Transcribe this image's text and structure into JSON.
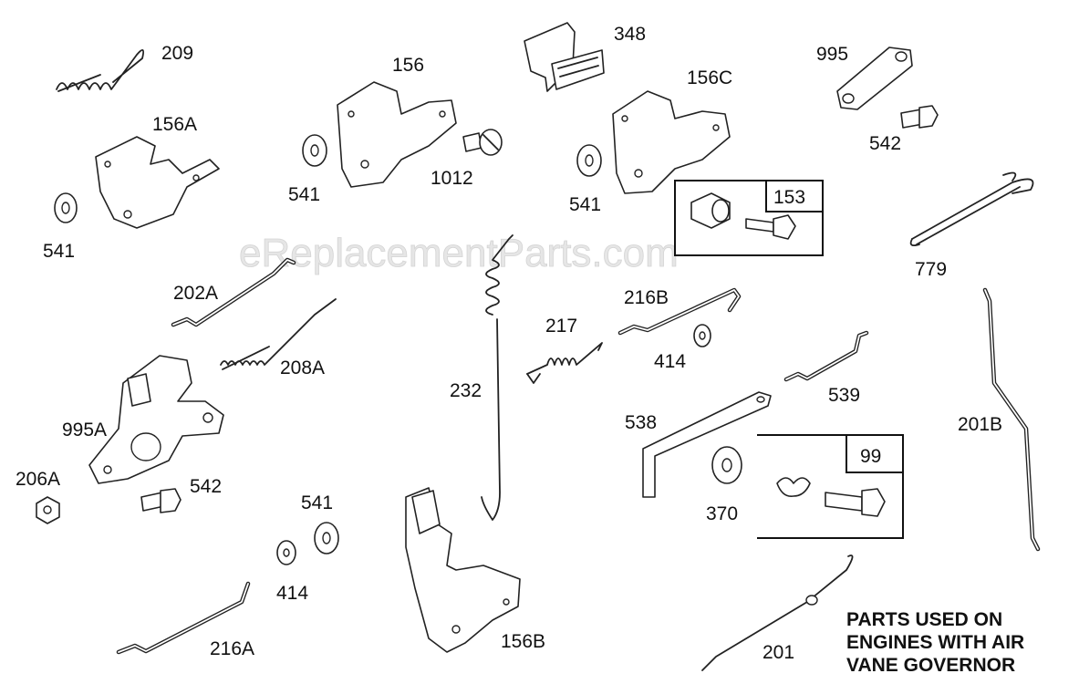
{
  "watermark": "eReplacementParts.com",
  "labels": {
    "p209": "209",
    "p156": "156",
    "p348": "348",
    "p156c": "156C",
    "p995": "995",
    "p156a": "156A",
    "p541_a": "541",
    "p1012": "1012",
    "p541_b": "541",
    "p542_a": "542",
    "p541_c": "541",
    "p153": "153",
    "p779": "779",
    "p202a": "202A",
    "p216b": "216B",
    "p217": "217",
    "p208a": "208A",
    "p414_a": "414",
    "p232": "232",
    "p539": "539",
    "p538": "538",
    "p201b": "201B",
    "p995a": "995A",
    "p206a": "206A",
    "p542_b": "542",
    "p99": "99",
    "p541_d": "541",
    "p370": "370",
    "p414_b": "414",
    "p216a": "216A",
    "p156b": "156B",
    "p201": "201"
  },
  "note": {
    "line1": "PARTS USED ON",
    "line2": "ENGINES WITH AIR",
    "line3": "VANE GOVERNOR"
  }
}
